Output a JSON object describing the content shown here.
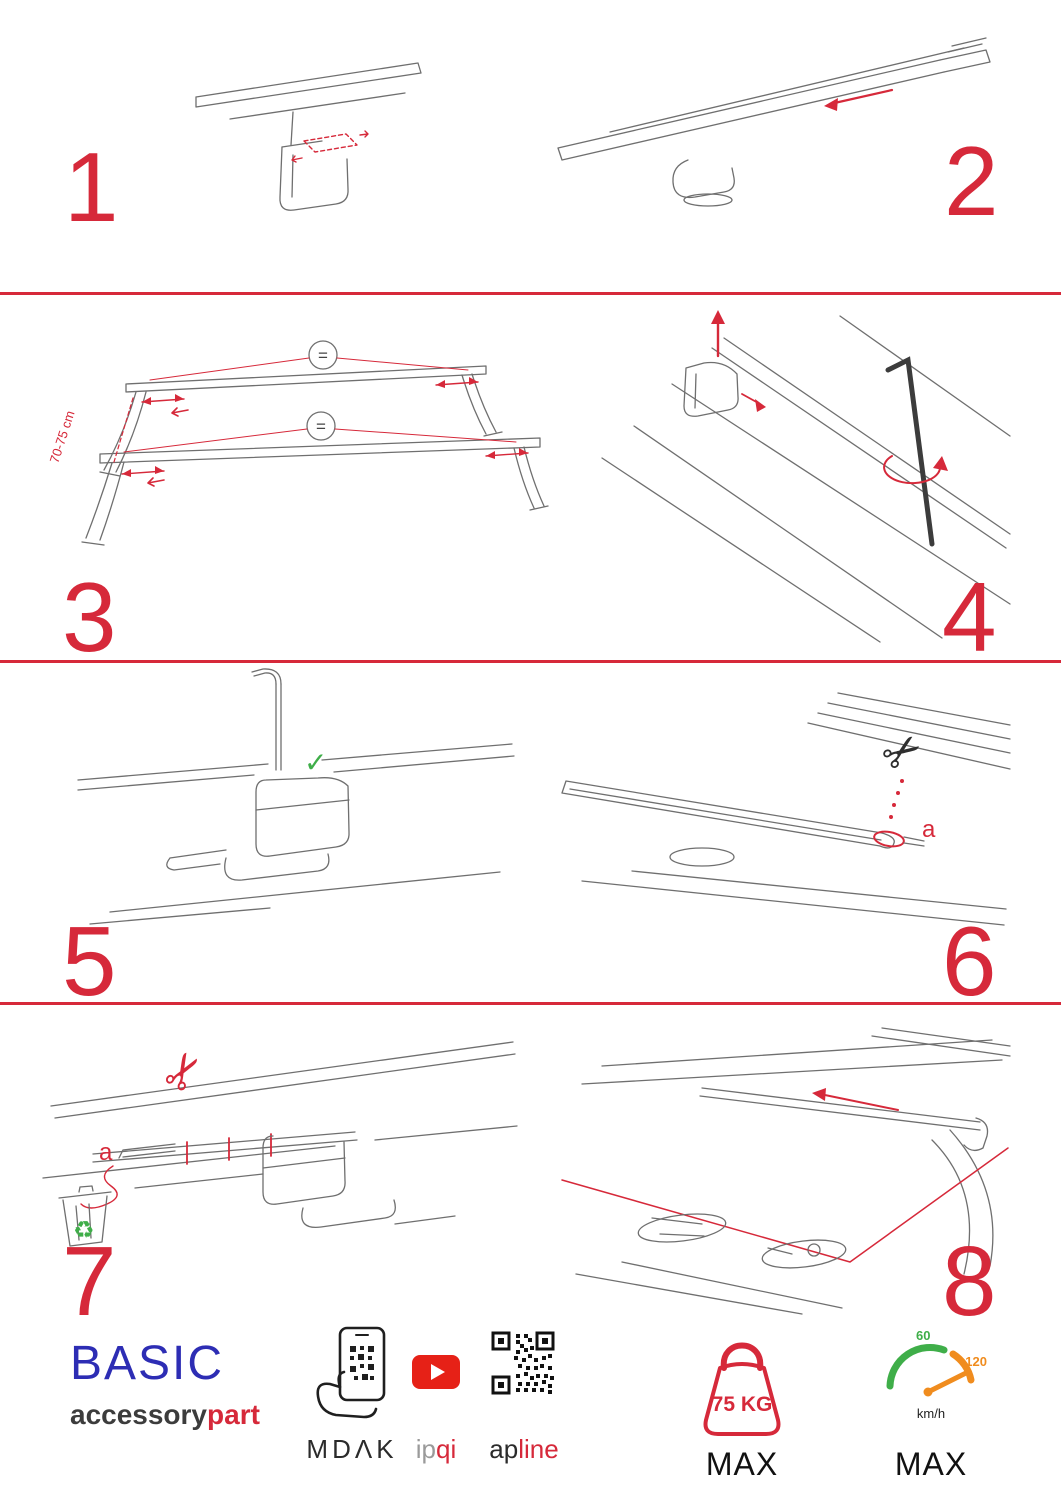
{
  "icons": {
    "scissors": "✂",
    "check": "✓",
    "recycle": "♻"
  },
  "steps": [
    {
      "number": "1"
    },
    {
      "number": "2"
    },
    {
      "number": "3",
      "equal_top": "=",
      "equal_bottom": "=",
      "measurement": "70-75 cm"
    },
    {
      "number": "4"
    },
    {
      "number": "5"
    },
    {
      "number": "6",
      "label": "a"
    },
    {
      "number": "7",
      "label": "a"
    },
    {
      "number": "8"
    }
  ],
  "footer": {
    "brand": "BASIC",
    "brand_sub_dark": "accessory",
    "brand_sub_red": "part",
    "logo_mdak": "MDΛK",
    "logo_ipqi_gray": "ip",
    "logo_ipqi_red": "qi",
    "logo_apline_dark": "ap",
    "logo_apline_red": "line",
    "weight_value": "75 KG",
    "weight_max_label": "MAX",
    "speed_low": "60",
    "speed_high": "120",
    "speed_unit": "km/h",
    "speed_max_label": "MAX"
  },
  "colors": {
    "accent": "#d6293a",
    "brand_blue": "#2d2db4",
    "green": "#3fae49",
    "orange": "#f08c1e"
  }
}
